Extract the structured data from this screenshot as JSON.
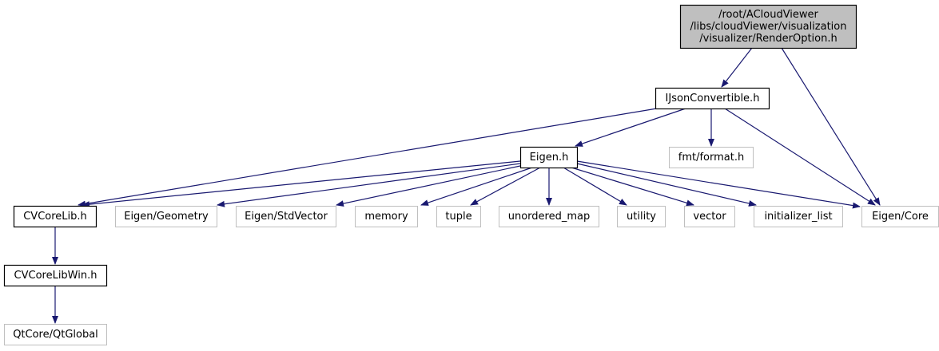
{
  "diagram": {
    "type": "include-dependency-graph",
    "colors": {
      "edge": "#191970",
      "root_fill": "#bfbfbf",
      "root_stroke": "#000000",
      "documented_stroke": "#000000",
      "external_stroke": "#bfbfbf",
      "node_fill": "#ffffff"
    },
    "nodes": [
      {
        "id": "root",
        "kind": "root",
        "lines": [
          "/root/ACloudViewer",
          "/libs/cloudViewer/visualization",
          "/visualizer/RenderOption.h"
        ]
      },
      {
        "id": "ijson",
        "kind": "documented",
        "lines": [
          "IJsonConvertible.h"
        ]
      },
      {
        "id": "fmt",
        "kind": "external",
        "lines": [
          "fmt/format.h"
        ]
      },
      {
        "id": "eigen",
        "kind": "documented",
        "lines": [
          "Eigen.h"
        ]
      },
      {
        "id": "cvcorelib",
        "kind": "documented",
        "lines": [
          "CVCoreLib.h"
        ]
      },
      {
        "id": "geometry",
        "kind": "external",
        "lines": [
          "Eigen/Geometry"
        ]
      },
      {
        "id": "stdvector",
        "kind": "external",
        "lines": [
          "Eigen/StdVector"
        ]
      },
      {
        "id": "memory",
        "kind": "external",
        "lines": [
          "memory"
        ]
      },
      {
        "id": "tuple",
        "kind": "external",
        "lines": [
          "tuple"
        ]
      },
      {
        "id": "unordered_map",
        "kind": "external",
        "lines": [
          "unordered_map"
        ]
      },
      {
        "id": "utility",
        "kind": "external",
        "lines": [
          "utility"
        ]
      },
      {
        "id": "vector",
        "kind": "external",
        "lines": [
          "vector"
        ]
      },
      {
        "id": "initializer_list",
        "kind": "external",
        "lines": [
          "initializer_list"
        ]
      },
      {
        "id": "eigencore",
        "kind": "external",
        "lines": [
          "Eigen/Core"
        ]
      },
      {
        "id": "cvcorelibwin",
        "kind": "documented",
        "lines": [
          "CVCoreLibWin.h"
        ]
      },
      {
        "id": "qtglobal",
        "kind": "external",
        "lines": [
          "QtCore/QtGlobal"
        ]
      }
    ],
    "edges": [
      {
        "from": "root",
        "to": "ijson"
      },
      {
        "from": "root",
        "to": "eigencore"
      },
      {
        "from": "ijson",
        "to": "cvcorelib"
      },
      {
        "from": "ijson",
        "to": "eigen"
      },
      {
        "from": "ijson",
        "to": "fmt"
      },
      {
        "from": "ijson",
        "to": "eigencore"
      },
      {
        "from": "eigen",
        "to": "cvcorelib"
      },
      {
        "from": "eigen",
        "to": "geometry"
      },
      {
        "from": "eigen",
        "to": "stdvector"
      },
      {
        "from": "eigen",
        "to": "memory"
      },
      {
        "from": "eigen",
        "to": "tuple"
      },
      {
        "from": "eigen",
        "to": "unordered_map"
      },
      {
        "from": "eigen",
        "to": "utility"
      },
      {
        "from": "eigen",
        "to": "vector"
      },
      {
        "from": "eigen",
        "to": "initializer_list"
      },
      {
        "from": "eigen",
        "to": "eigencore"
      },
      {
        "from": "cvcorelib",
        "to": "cvcorelibwin"
      },
      {
        "from": "cvcorelibwin",
        "to": "qtglobal"
      }
    ]
  }
}
